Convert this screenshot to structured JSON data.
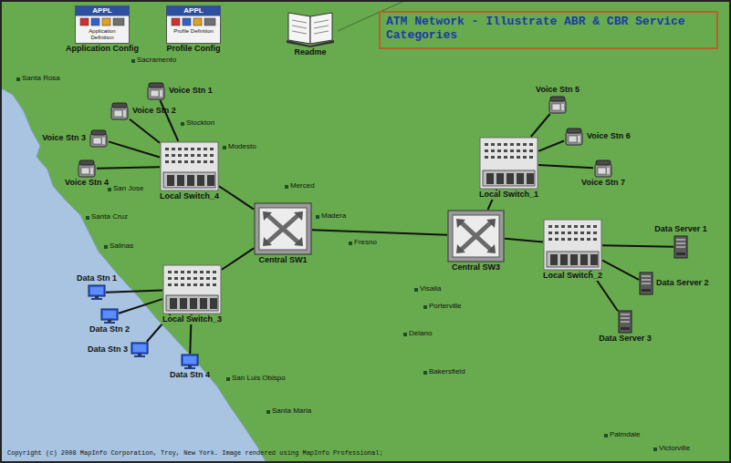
{
  "diagram": {
    "title": "ATM Network - Illustrate ABR & CBR Service Categories",
    "nodes": [
      {
        "text": [
          "APPL",
          "Application Definition",
          "Application Config"
        ]
      },
      {
        "text": [
          "APPL",
          "Profile Definition",
          "Profile Config"
        ]
      },
      {
        "text": [
          "Readme"
        ]
      },
      {
        "text": [
          "Voice Stn 1"
        ]
      },
      {
        "text": [
          "Voice Stn 2"
        ]
      },
      {
        "text": [
          "Voice Stn 3"
        ]
      },
      {
        "text": [
          "Voice Stn 4"
        ]
      },
      {
        "text": [
          "Local Switch_4"
        ]
      },
      {
        "text": [
          "Central SW1"
        ]
      },
      {
        "text": [
          "Local Switch_3"
        ]
      },
      {
        "text": [
          "Data Stn 1"
        ]
      },
      {
        "text": [
          "Data Stn 2"
        ]
      },
      {
        "text": [
          "Data Stn 3"
        ]
      },
      {
        "text": [
          "Data Stn 4"
        ]
      },
      {
        "text": [
          "Central SW3"
        ]
      },
      {
        "text": [
          "Local Switch_1"
        ]
      },
      {
        "text": [
          "Voice Stn 5"
        ]
      },
      {
        "text": [
          "Voice Stn 6"
        ]
      },
      {
        "text": [
          "Voice Stn 7"
        ]
      },
      {
        "text": [
          "Local Switch_2"
        ]
      },
      {
        "text": [
          "Data Server 1"
        ]
      },
      {
        "text": [
          "Data Server 2"
        ]
      },
      {
        "text": [
          "Data Server 3"
        ]
      }
    ],
    "edges": [
      {
        "from": 3,
        "to": 7,
        "arrow": "none"
      },
      {
        "from": 4,
        "to": 7,
        "arrow": "none"
      },
      {
        "from": 5,
        "to": 7,
        "arrow": "none"
      },
      {
        "from": 6,
        "to": 7,
        "arrow": "none"
      },
      {
        "from": 7,
        "to": 8,
        "arrow": "none"
      },
      {
        "from": 10,
        "to": 9,
        "arrow": "none"
      },
      {
        "from": 11,
        "to": 9,
        "arrow": "none"
      },
      {
        "from": 12,
        "to": 9,
        "arrow": "none"
      },
      {
        "from": 13,
        "to": 9,
        "arrow": "none"
      },
      {
        "from": 9,
        "to": 8,
        "arrow": "none"
      },
      {
        "from": 8,
        "to": 14,
        "arrow": "none"
      },
      {
        "from": 14,
        "to": 15,
        "arrow": "none"
      },
      {
        "from": 16,
        "to": 15,
        "arrow": "none"
      },
      {
        "from": 17,
        "to": 15,
        "arrow": "none"
      },
      {
        "from": 18,
        "to": 15,
        "arrow": "none"
      },
      {
        "from": 14,
        "to": 19,
        "arrow": "none"
      },
      {
        "from": 19,
        "to": 20,
        "arrow": "none"
      },
      {
        "from": 19,
        "to": 21,
        "arrow": "none"
      },
      {
        "from": 19,
        "to": 22,
        "arrow": "none"
      }
    ],
    "labels": [
      "Santa Rosa",
      "Sacramento",
      "Stockton",
      "Modesto",
      "San Jose",
      "Santa Cruz",
      "Salinas",
      "Merced",
      "Madera",
      "Fresno",
      "Visalia",
      "Porterville",
      "Delano",
      "Bakersfield",
      "San Luis Obispo",
      "Santa Maria",
      "Palmdale",
      "Victorville",
      "Copyright (c) 2008 MapInfo Corporation, Troy, New York. Image rendered using MapInfo Professional;"
    ]
  }
}
